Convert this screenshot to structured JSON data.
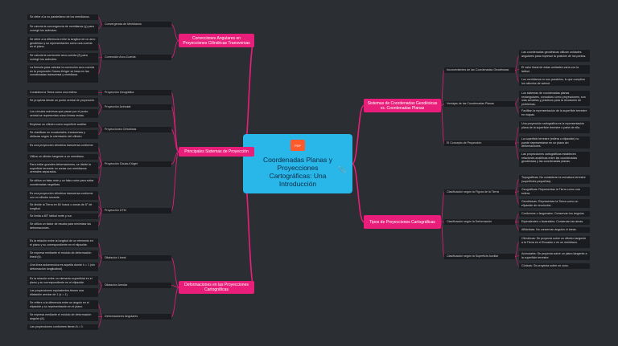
{
  "central": {
    "title": "Coordenadas Planas y Proyecciones Cartográficas: Una Introducción",
    "logo_text": "PDF",
    "attach_icon": "paperclip-icon"
  },
  "colors": {
    "accent": "#e91e7a",
    "central": "#29b6e8",
    "line": "#e91e7a",
    "background": "#2b2e33"
  },
  "left": [
    {
      "label": "Correcciones Angulares en Proyecciones Cilíndricas Transversas",
      "subs": [
        {
          "label": "Convergencia de Meridianos",
          "leaves": [
            "Se debe a la no paralelismo de los meridianos.",
            "Se calcula la convergencia de meridianos (γ) para corregir los acimutes."
          ]
        },
        {
          "label": "Corrección Arco-Cuerda",
          "leaves": [
            "Se debe a la diferencia entre la longitud de un arco geodésico y su representación como una cuerda en el plano.",
            "Se calcula la corrección arco-cuerda (δ) para corregir los acimutes.",
            "La fórmula para calcular la corrección arco-cuerda en la proyección Gauss-Krüger se basa en las coordenadas transversal y meridiana."
          ]
        }
      ]
    },
    {
      "label": "Principales Sistemas de Proyección",
      "subs": [
        {
          "label": "Proyección Geográfica",
          "leaves": [
            "Considera la Tierra como una esfera."
          ]
        },
        {
          "label": "Proyección Acimutal",
          "leaves": [
            "Se proyecta desde un punto central de proyección.",
            "Los círculos máximos que pasan por el punto central se representan como líneas rectas."
          ]
        },
        {
          "label": "Proyecciones Cilíndricas",
          "leaves": [
            "Emplean un cilindro como superficie auxiliar.",
            "Se clasifican en ecuatoriales, transversas y oblicuas según la orientación del cilindro."
          ]
        },
        {
          "label": "Proyección Gauss-Krüger",
          "leaves": [
            "Es una proyección cilíndrica transversa conforme.",
            "Utiliza un cilindro tangente a un meridiano.",
            "Para evitar grandes deformaciones, se divide la superficie terrestre en zonas con meridianos centrales separados.",
            "Se utiliza un falso este y un falso norte para evitar coordenadas negativas."
          ]
        },
        {
          "label": "Proyección UTM",
          "leaves": [
            "Es una proyección cilíndrica transversa conforme con un cilindro secante.",
            "Se divide la Tierra en 60 husos o zonas de 6° de longitud.",
            "Se limita a 80° latitud norte y sur.",
            "Se utiliza un factor de escala para minimizar las deformaciones."
          ]
        }
      ]
    },
    {
      "label": "Deformaciones en las Proyecciones Cartográficas",
      "subs": [
        {
          "label": "Dilatación Lineal",
          "leaves": [
            "Es la relación entre la longitud de un elemento en el plano y su correspondiente en el elipsoide.",
            "Se expresa mediante el módulo de deformación lineal (k).",
            "Una línea automecoica es aquella donde k = 1 (sin deformación longitudinal)."
          ]
        },
        {
          "label": "Dilatación Areolar",
          "leaves": [
            "Es la relación entre un elemento superficial en el plano y su correspondiente en el elipsoide.",
            "Las proyecciones equivalentes tienen una dilatación areolar de 1 (s = 1)."
          ]
        },
        {
          "label": "Deformaciones Angulares",
          "leaves": [
            "Se refiere a la diferencia entre un ángulo en el elipsoide y su representación en el plano.",
            "Se expresa mediante el módulo de deformación angular (A).",
            "Las proyecciones conformes tienen A = 0."
          ]
        }
      ]
    }
  ],
  "right": [
    {
      "label": "Sistemas de Coordenadas Geodésicas vs. Coordenadas Planas",
      "subs": [
        {
          "label": "Inconvenientes de las Coordenadas Geodésicas",
          "leaves": [
            "Las coordenadas geodésicas utilizan unidades angulares para expresar la posición de los puntos.",
            "El valor lineal de estas unidades varía con la latitud.",
            "Los meridianos no son paralelos, lo que complica los cálculos de acimut."
          ]
        },
        {
          "label": "Ventajas de las Coordenadas Planas",
          "leaves": [
            "Los sistemas de coordenadas planas rectangulares, conocidos como proyecciones, son más sencillos y prácticos para la resolución de problemas.",
            "Facilitan la representación de la superficie terrestre en mapas."
          ]
        },
        {
          "label": "El Concepto de Proyección",
          "leaves": [
            "Una proyección cartográfica es la representación plana de la superficie terrestre o parte de ella.",
            "La superficie terrestre (esfera o elipsoide) no puede representarse en un plano sin deformaciones.",
            "Las proyecciones cartográficas establecen relaciones analíticas entre las coordenadas geodésicas y las coordenadas planas."
          ]
        }
      ]
    },
    {
      "label": "Tipos de Proyecciones Cartográficas",
      "subs": [
        {
          "label": "Clasificación según la Figura de la Tierra",
          "leaves": [
            "Topográficas: No consideran la curvatura terrestre (superficies pequeñas).",
            "Geográficas: Representan la Tierra como una esfera.",
            "Geodésicas: Representan la Tierra como un elipsoide de revolución."
          ]
        },
        {
          "label": "Clasificación según la Deformación",
          "leaves": [
            "Conformes u Isogonales: Conservan los ángulos.",
            "Equivalentes u Isoareales: Conservan las áreas.",
            "Afilácticas: No conservan ángulos ni áreas."
          ]
        },
        {
          "label": "Clasificación según la Superficie Auxiliar",
          "leaves": [
            "Cilíndricas: Se proyecta sobre un cilindro tangente a la Tierra en el Ecuador o en un meridiano.",
            "Acimutales: Se proyecta sobre un plano tangente a la superficie terrestre.",
            "Cónicas: Se proyecta sobre un cono."
          ]
        }
      ]
    }
  ]
}
